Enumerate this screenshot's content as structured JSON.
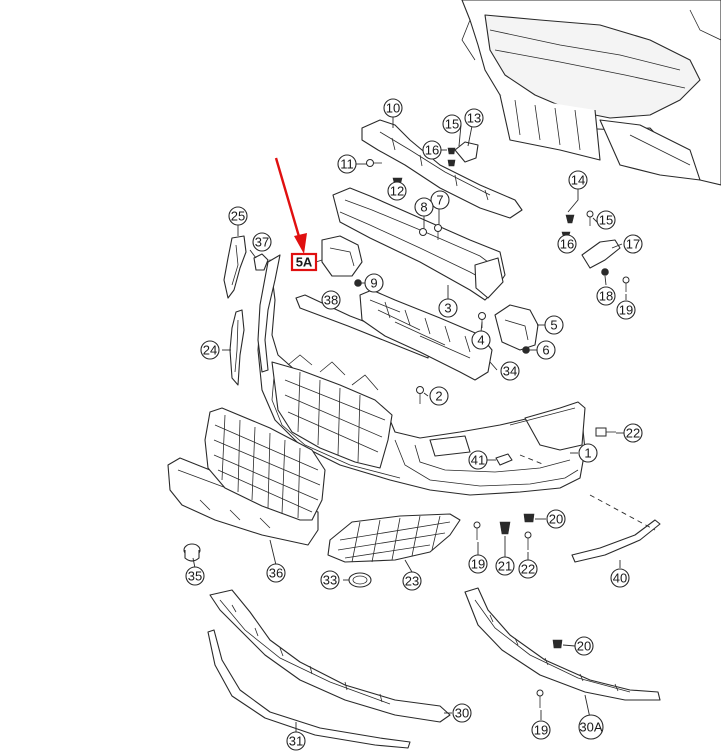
{
  "highlight": {
    "label": "5A",
    "color": "#e01010"
  },
  "callouts": [
    {
      "id": "c1",
      "label": "1"
    },
    {
      "id": "c2",
      "label": "2"
    },
    {
      "id": "c3",
      "label": "3"
    },
    {
      "id": "c4",
      "label": "4"
    },
    {
      "id": "c5",
      "label": "5"
    },
    {
      "id": "c6",
      "label": "6"
    },
    {
      "id": "c7",
      "label": "7"
    },
    {
      "id": "c8",
      "label": "8"
    },
    {
      "id": "c9",
      "label": "9"
    },
    {
      "id": "c10",
      "label": "10"
    },
    {
      "id": "c11",
      "label": "11"
    },
    {
      "id": "c12",
      "label": "12"
    },
    {
      "id": "c13",
      "label": "13"
    },
    {
      "id": "c14",
      "label": "14"
    },
    {
      "id": "c15a",
      "label": "15"
    },
    {
      "id": "c15b",
      "label": "15"
    },
    {
      "id": "c16a",
      "label": "16"
    },
    {
      "id": "c16b",
      "label": "16"
    },
    {
      "id": "c17",
      "label": "17"
    },
    {
      "id": "c18",
      "label": "18"
    },
    {
      "id": "c19a",
      "label": "19"
    },
    {
      "id": "c19b",
      "label": "19"
    },
    {
      "id": "c19c",
      "label": "19"
    },
    {
      "id": "c20a",
      "label": "20"
    },
    {
      "id": "c20b",
      "label": "20"
    },
    {
      "id": "c21",
      "label": "21"
    },
    {
      "id": "c22a",
      "label": "22"
    },
    {
      "id": "c22b",
      "label": "22"
    },
    {
      "id": "c23",
      "label": "23"
    },
    {
      "id": "c24",
      "label": "24"
    },
    {
      "id": "c25",
      "label": "25"
    },
    {
      "id": "c30",
      "label": "30"
    },
    {
      "id": "c30a",
      "label": "30A"
    },
    {
      "id": "c31",
      "label": "31"
    },
    {
      "id": "c33",
      "label": "33"
    },
    {
      "id": "c34",
      "label": "34"
    },
    {
      "id": "c35",
      "label": "35"
    },
    {
      "id": "c36",
      "label": "36"
    },
    {
      "id": "c37",
      "label": "37"
    },
    {
      "id": "c38",
      "label": "38"
    },
    {
      "id": "c40",
      "label": "40"
    },
    {
      "id": "c41",
      "label": "41"
    }
  ]
}
